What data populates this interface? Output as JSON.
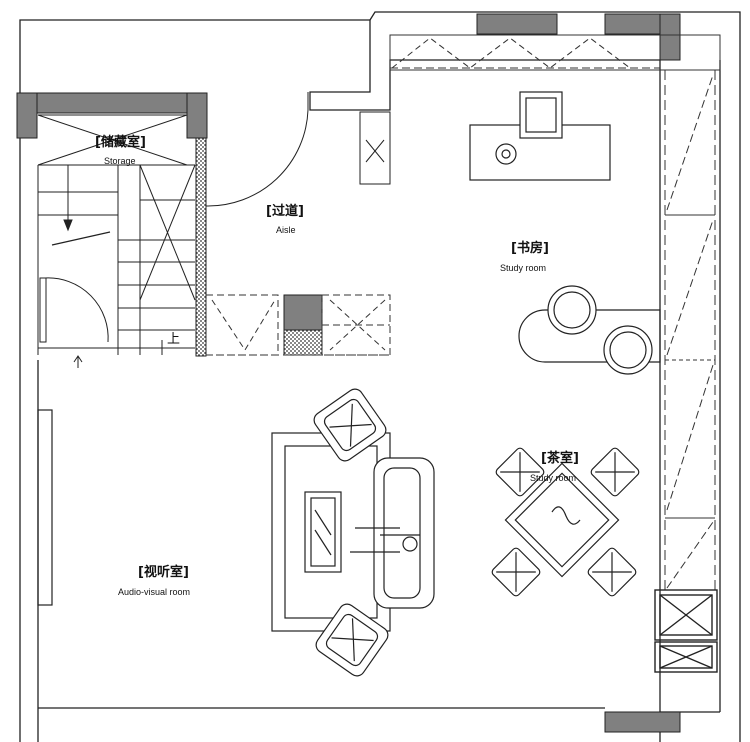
{
  "rooms": {
    "storage": {
      "cn": "[储藏室]",
      "en": "Storage"
    },
    "aisle": {
      "cn": "[过道]",
      "en": "Aisle"
    },
    "study": {
      "cn": "[书房]",
      "en": "Study room"
    },
    "tea": {
      "cn": "[茶室]",
      "en": "Study room"
    },
    "audiovisual": {
      "cn": "[视听室]",
      "en": "Audio-visual room"
    }
  },
  "stair_mark": "上",
  "colors": {
    "wall": "#808080",
    "line": "#222222",
    "hatch": "#555555"
  }
}
